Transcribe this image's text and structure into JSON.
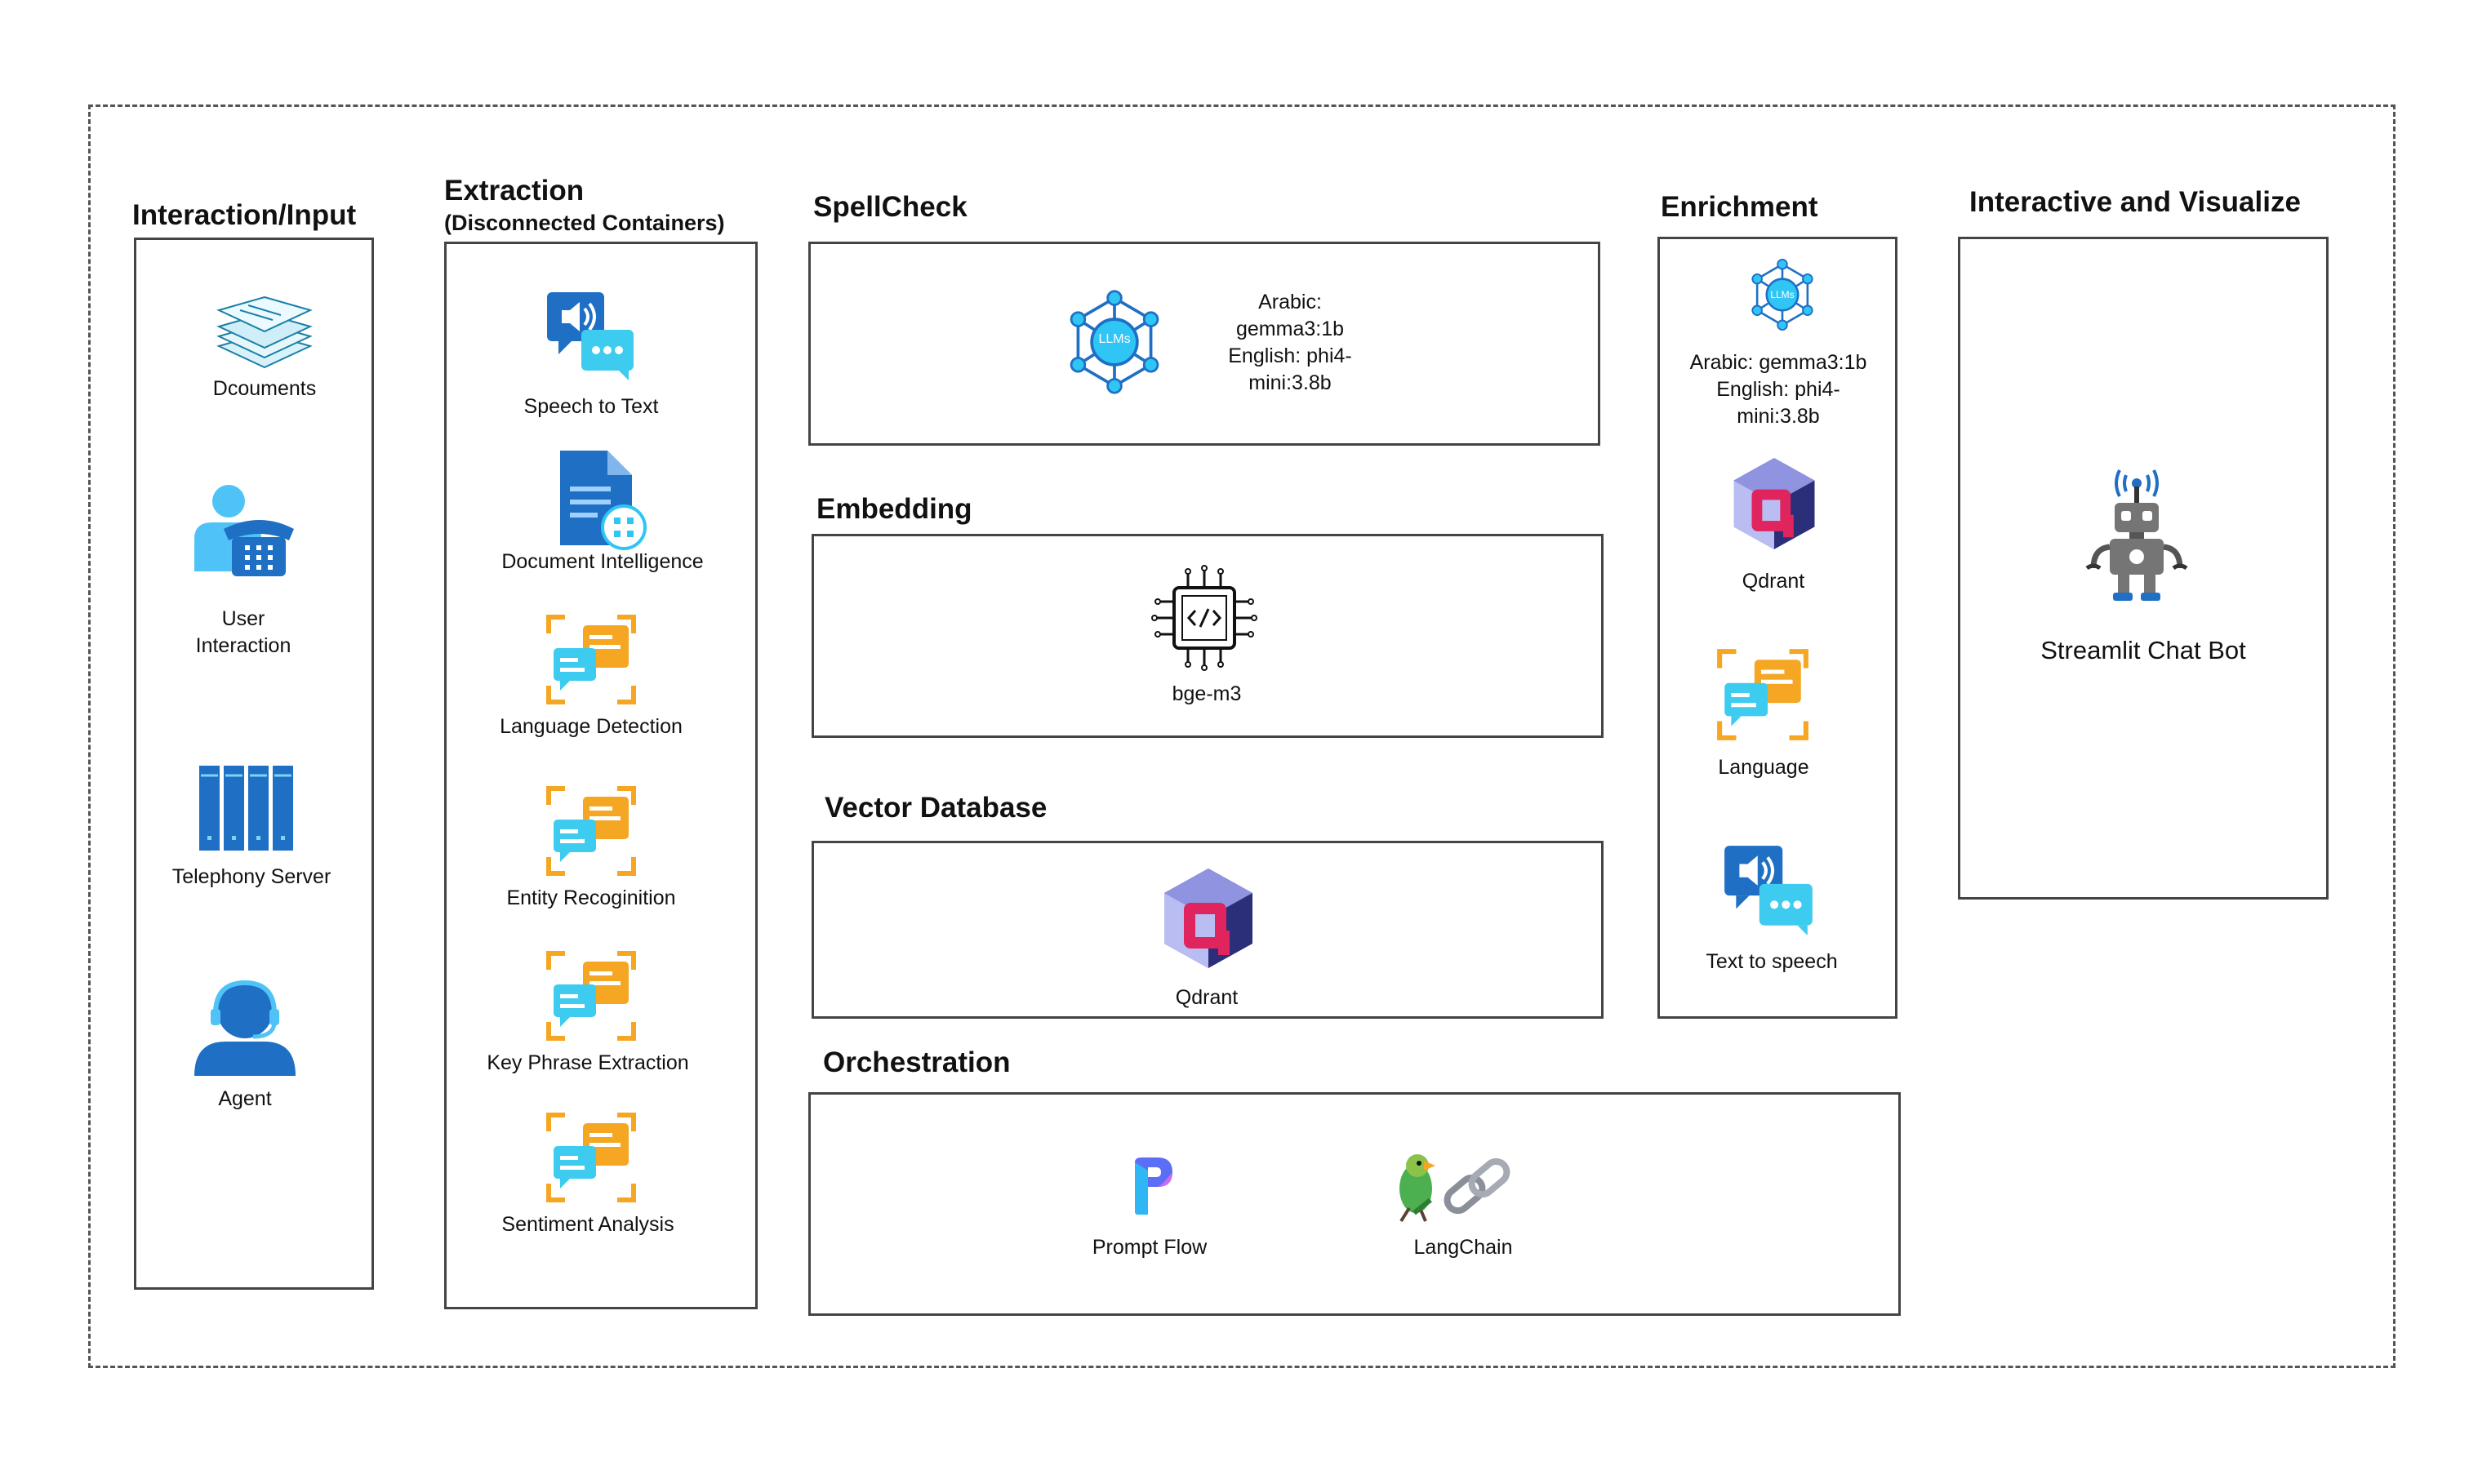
{
  "colors": {
    "blue": "#1f6fc5",
    "lightBlue": "#4fc3f7",
    "orange": "#f5a623",
    "cyan": "#2fc5f5",
    "red": "#e0245e",
    "purple": "#3a3d8f"
  },
  "sections": {
    "input": {
      "title": "Interaction/Input",
      "items": [
        "Dcouments",
        "User Interaction",
        "Telephony Server",
        "Agent"
      ]
    },
    "extraction": {
      "title": "Extraction",
      "subtitle": "(Disconnected Containers)",
      "items": [
        "Speech to Text",
        "Document Intelligence",
        "Language Detection",
        "Entity Recoginition",
        "Key Phrase Extraction",
        "Sentiment Analysis"
      ]
    },
    "spellcheck": {
      "title": "SpellCheck",
      "badge": "LLMs",
      "models": "Arabic: gemma3:1b English: phi4-mini:3.8b"
    },
    "embedding": {
      "title": "Embedding",
      "model": "bge-m3"
    },
    "vectordb": {
      "title": "Vector Database",
      "item": "Qdrant"
    },
    "orchestration": {
      "title": "Orchestration",
      "items": [
        "Prompt Flow",
        "LangChain"
      ]
    },
    "enrichment": {
      "title": "Enrichment",
      "badge": "LLMs",
      "models": "Arabic: gemma3:1b English: phi4-mini:3.8b",
      "items": [
        "Qdrant",
        "Language",
        "Text to speech"
      ]
    },
    "visualize": {
      "title": "Interactive and Visualize",
      "item": "Streamlit Chat Bot"
    }
  }
}
